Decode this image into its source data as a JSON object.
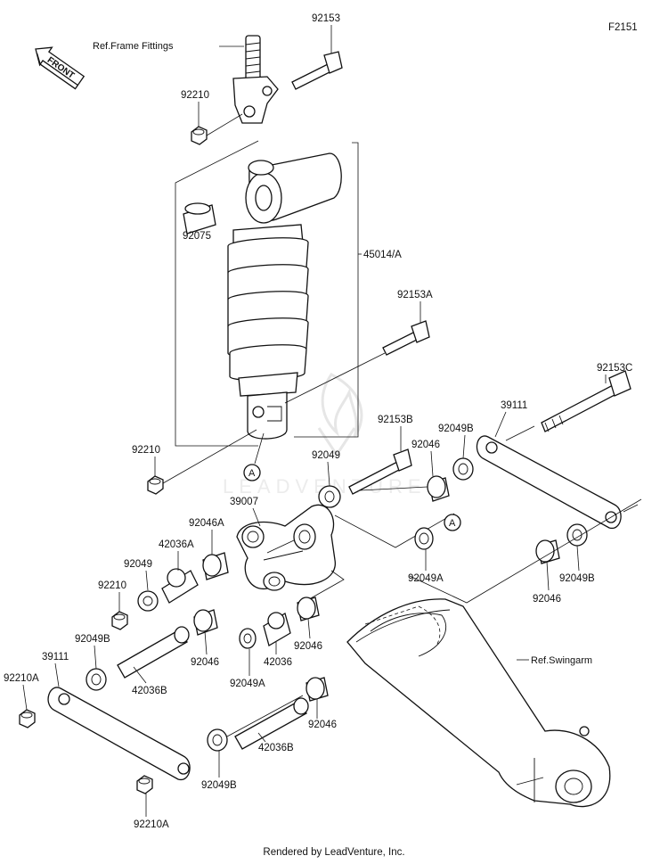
{
  "figure_code": "F2151",
  "front_label": "FRONT",
  "watermark": "LEADVENTURE",
  "footer": "Rendered by LeadVenture, Inc.",
  "ref_frame": "Ref.Frame Fittings",
  "ref_swingarm": "Ref.Swingarm",
  "callouts": {
    "p92153": "92153",
    "p92210_top": "92210",
    "p92075": "92075",
    "p45014a": "45014/A",
    "p92153a": "92153A",
    "p92153c": "92153C",
    "p92210_mid": "92210",
    "p92153b": "92153B",
    "p39111_right": "39111",
    "p92049b_upper": "92049B",
    "p92049": "92049",
    "p92046_upper": "92046",
    "p39007": "39007",
    "p92046a": "92046A",
    "p42036a": "42036A",
    "p92049_left": "92049",
    "p92210_left": "92210",
    "p92049a_right": "92049A",
    "p92046_right": "92046",
    "p92049b_right": "92049B",
    "p92049b_left": "92049B",
    "p39111_left": "39111",
    "p92210a_left": "92210A",
    "p42036b_left": "42036B",
    "p92046_mid_left": "92046",
    "p92049a_mid": "92049A",
    "p42036_mid": "42036",
    "p92046_mid": "92046",
    "p92046_lower": "92046",
    "p42036b_lower": "42036B",
    "p92049b_lower": "92049B",
    "p92210a_lower": "92210A"
  },
  "circle_markers": [
    "A",
    "A"
  ]
}
